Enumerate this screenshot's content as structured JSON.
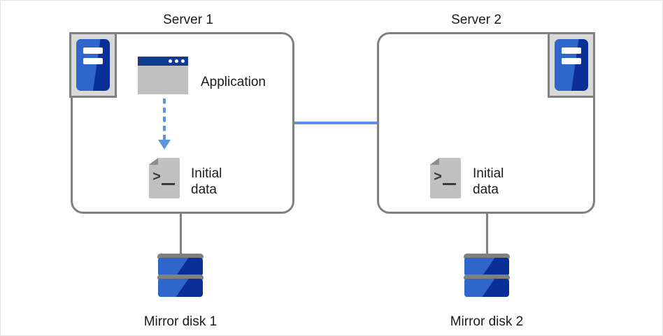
{
  "diagram": {
    "title_server1": "Server 1",
    "title_server2": "Server 2",
    "label_application": "Application",
    "label_initial_data_1": "Initial\ndata",
    "label_initial_data_2": "Initial\ndata",
    "label_mirror_disk_1": "Mirror disk 1",
    "label_mirror_disk_2": "Mirror disk 2",
    "doc_prompt_glyph": ">",
    "icons": {
      "server1_badge": "server-icon",
      "server2_badge": "server-icon",
      "application": "application-window-icon",
      "data1": "data-document-icon",
      "data2": "data-document-icon",
      "disk1": "mirror-disk-icon",
      "disk2": "mirror-disk-icon",
      "replication_arrow": "dashed-down-arrow-icon",
      "interconnect": "server-interconnect-line"
    },
    "colors": {
      "blue_light": "#2f66cc",
      "blue_dark": "#0a2f96",
      "accent_link": "#5b8ff0",
      "arrow": "#5b96d8",
      "grey_border": "#808080",
      "grey_fill": "#c0c0c0",
      "titlebar": "#123a8f",
      "text": "#1a1a1a"
    }
  }
}
